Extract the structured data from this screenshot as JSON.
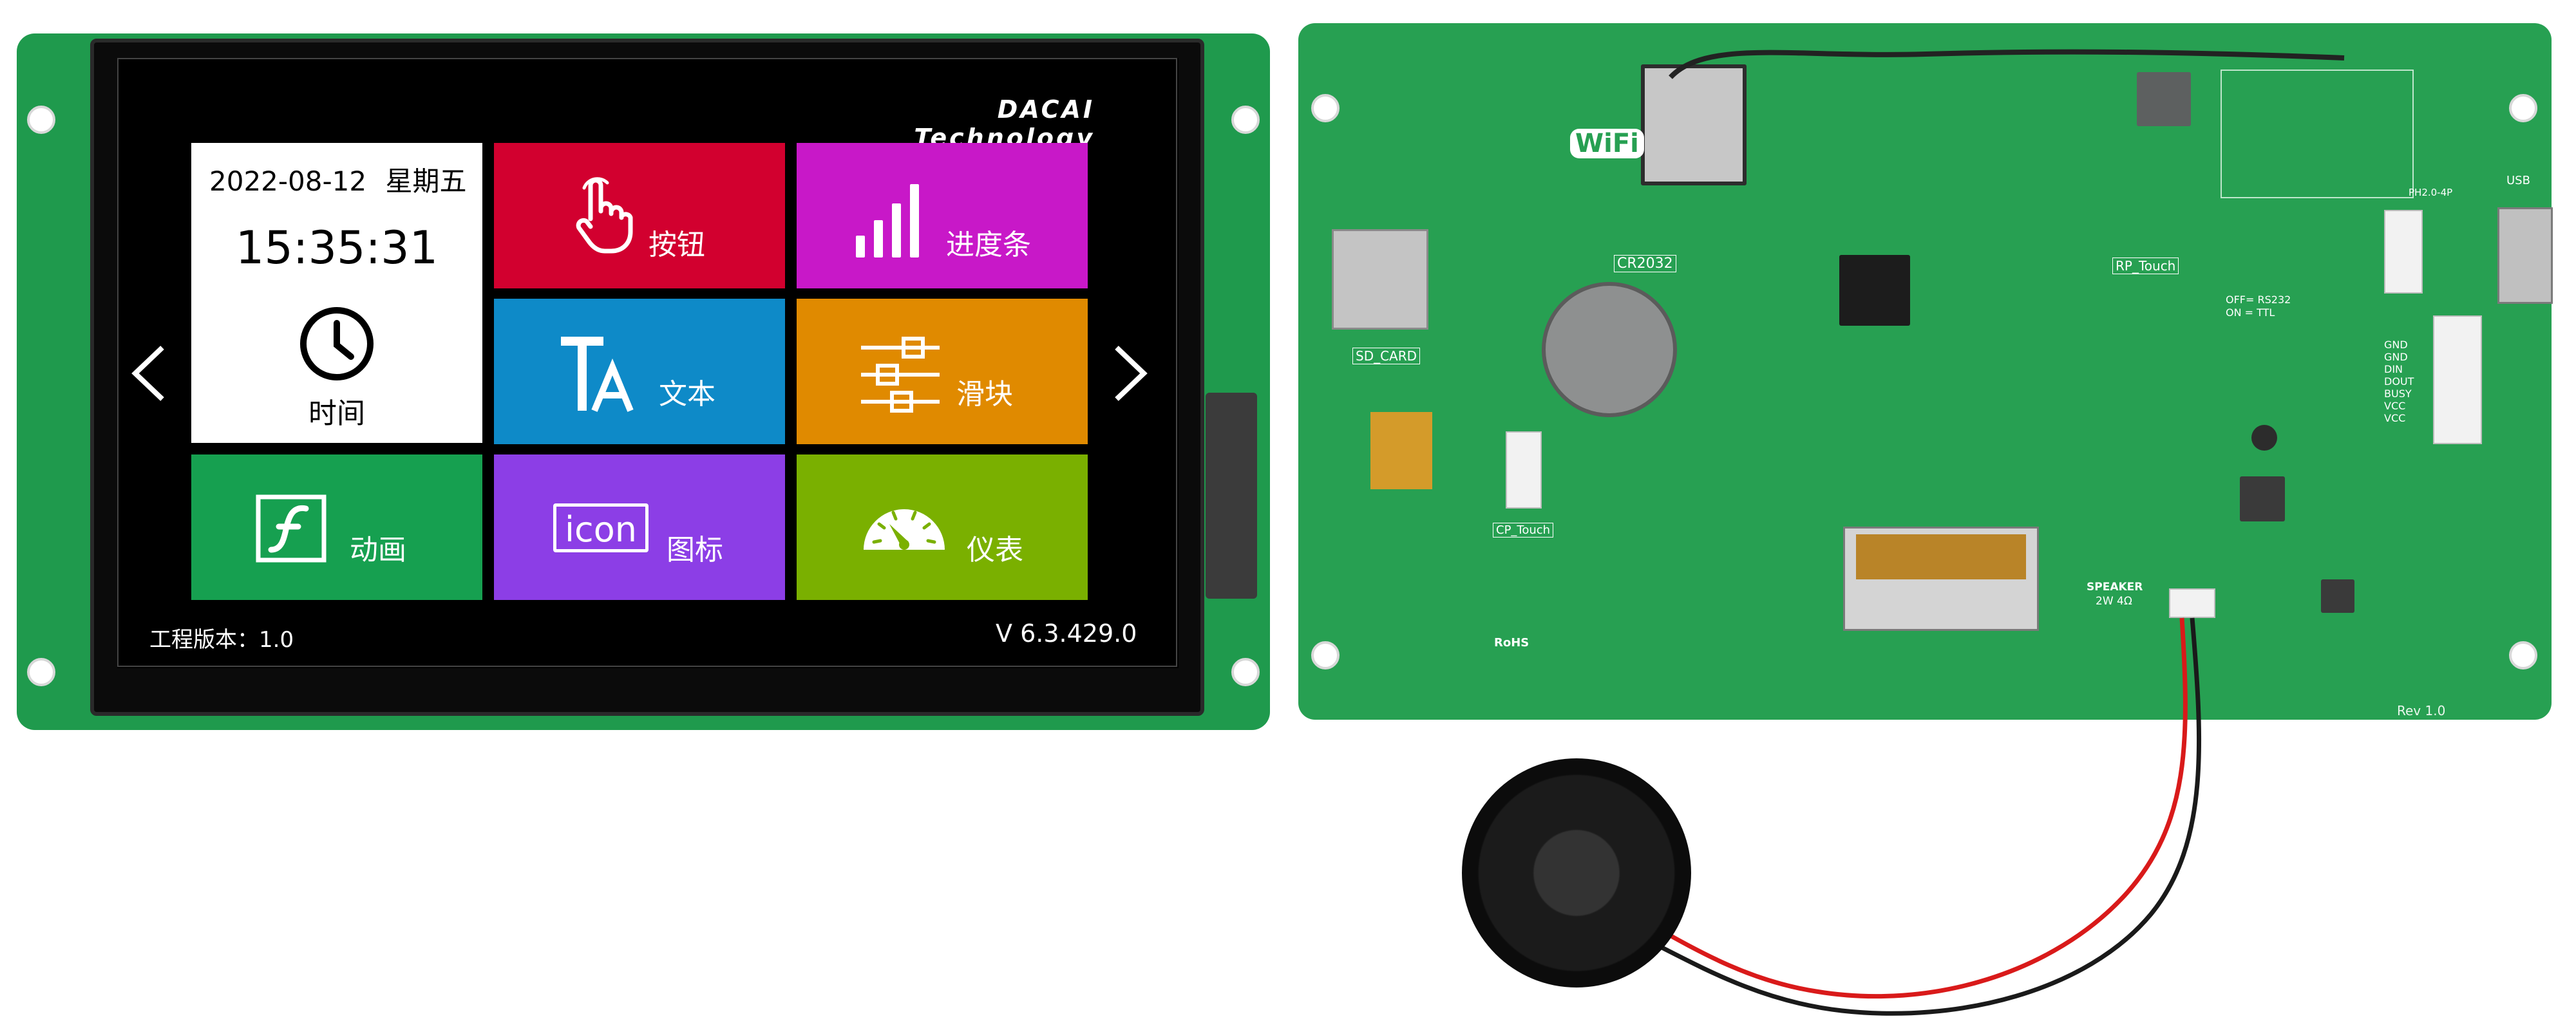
{
  "front_panel": {
    "brand": "DACAI Technology",
    "clock": {
      "date": "2022-08-12",
      "weekday": "星期五",
      "time": "15:35:31",
      "label": "时间",
      "icon": "clock-icon"
    },
    "tiles": [
      {
        "label": "按钮",
        "icon": "hand-pointer-icon",
        "color": "#d2002f"
      },
      {
        "label": "进度条",
        "icon": "signal-bars-icon",
        "color": "#c818c8"
      },
      {
        "label": "文本",
        "icon": "text-ta-icon",
        "color": "#0e8ac8"
      },
      {
        "label": "滑块",
        "icon": "sliders-icon",
        "color": "#e08a00"
      },
      {
        "label": "动画",
        "icon": "flash-icon",
        "color": "#16a050"
      },
      {
        "label": "图标",
        "icon": "icon-text-icon",
        "icon_text": "icon",
        "color": "#8c3ee6"
      },
      {
        "label": "仪表",
        "icon": "gauge-icon",
        "color": "#7ab000"
      }
    ],
    "nav": {
      "prev_icon": "chevron-left-icon",
      "next_icon": "chevron-right-icon"
    },
    "footer": {
      "project_version": "工程版本：1.0",
      "firmware_version": "V  6.3.429.0"
    }
  },
  "back_panel": {
    "silkscreen": {
      "wifi": "WiFi",
      "battery": "CR2032",
      "sd": "SD_CARD",
      "cp_touch": "CP_Touch",
      "rp_touch": "RP_Touch",
      "usb": "USB",
      "ph_conn": "PH2.0-4P",
      "speaker": "SPEAKER",
      "speaker_spec": "2W 4Ω",
      "rs232_note": "OFF= RS232",
      "ttl_note": "ON = TTL",
      "rev": "Rev 1.0",
      "rohs": "RoHS",
      "pin_labels": [
        "GND",
        "GND",
        "DIN",
        "DOUT",
        "BUSY",
        "VCC",
        "VCC"
      ]
    }
  },
  "colors": {
    "pcb_green": "#27a052",
    "screen_black": "#000000",
    "clock_tile": "#ffffff"
  }
}
